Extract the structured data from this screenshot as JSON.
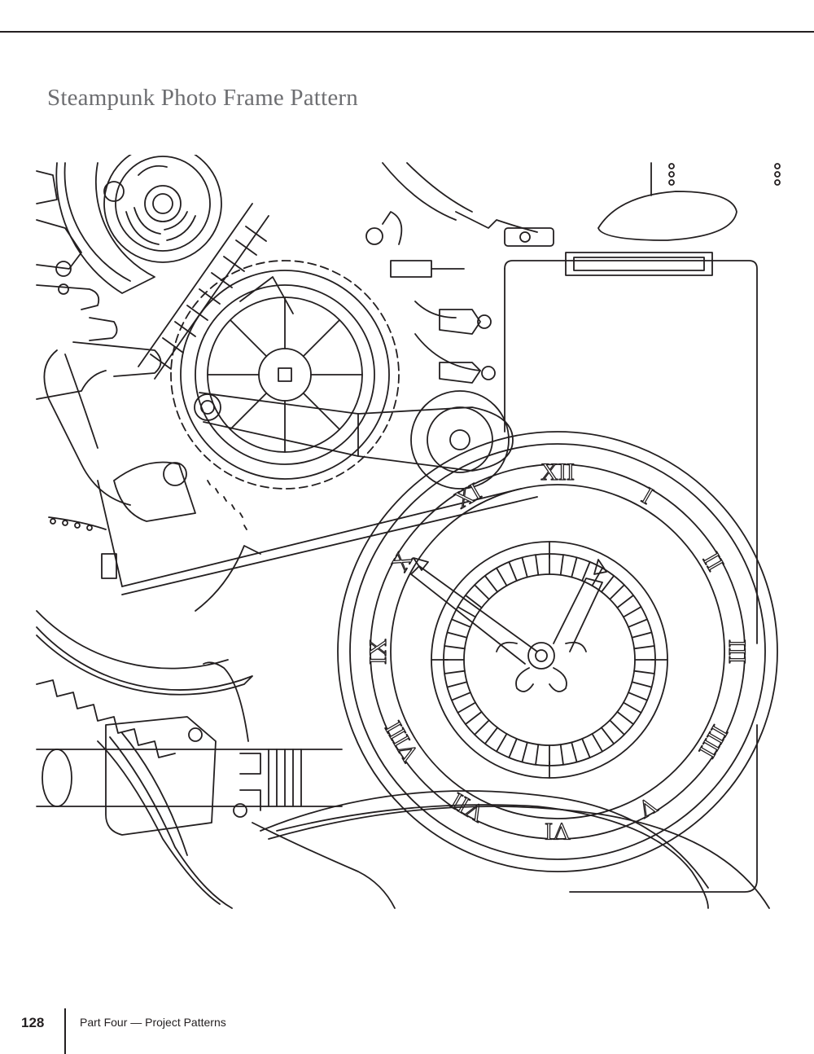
{
  "page": {
    "title": "Steampunk Photo Frame Pattern",
    "page_number": "128",
    "section": "Part Four — Project Patterns"
  },
  "illustration": {
    "clock_numerals": [
      "XII",
      "I",
      "II",
      "III",
      "IIII",
      "V",
      "VI",
      "VII",
      "VIII",
      "IX",
      "X",
      "XI"
    ],
    "line_color": "#231f20",
    "paper_color": "#ffffff"
  }
}
